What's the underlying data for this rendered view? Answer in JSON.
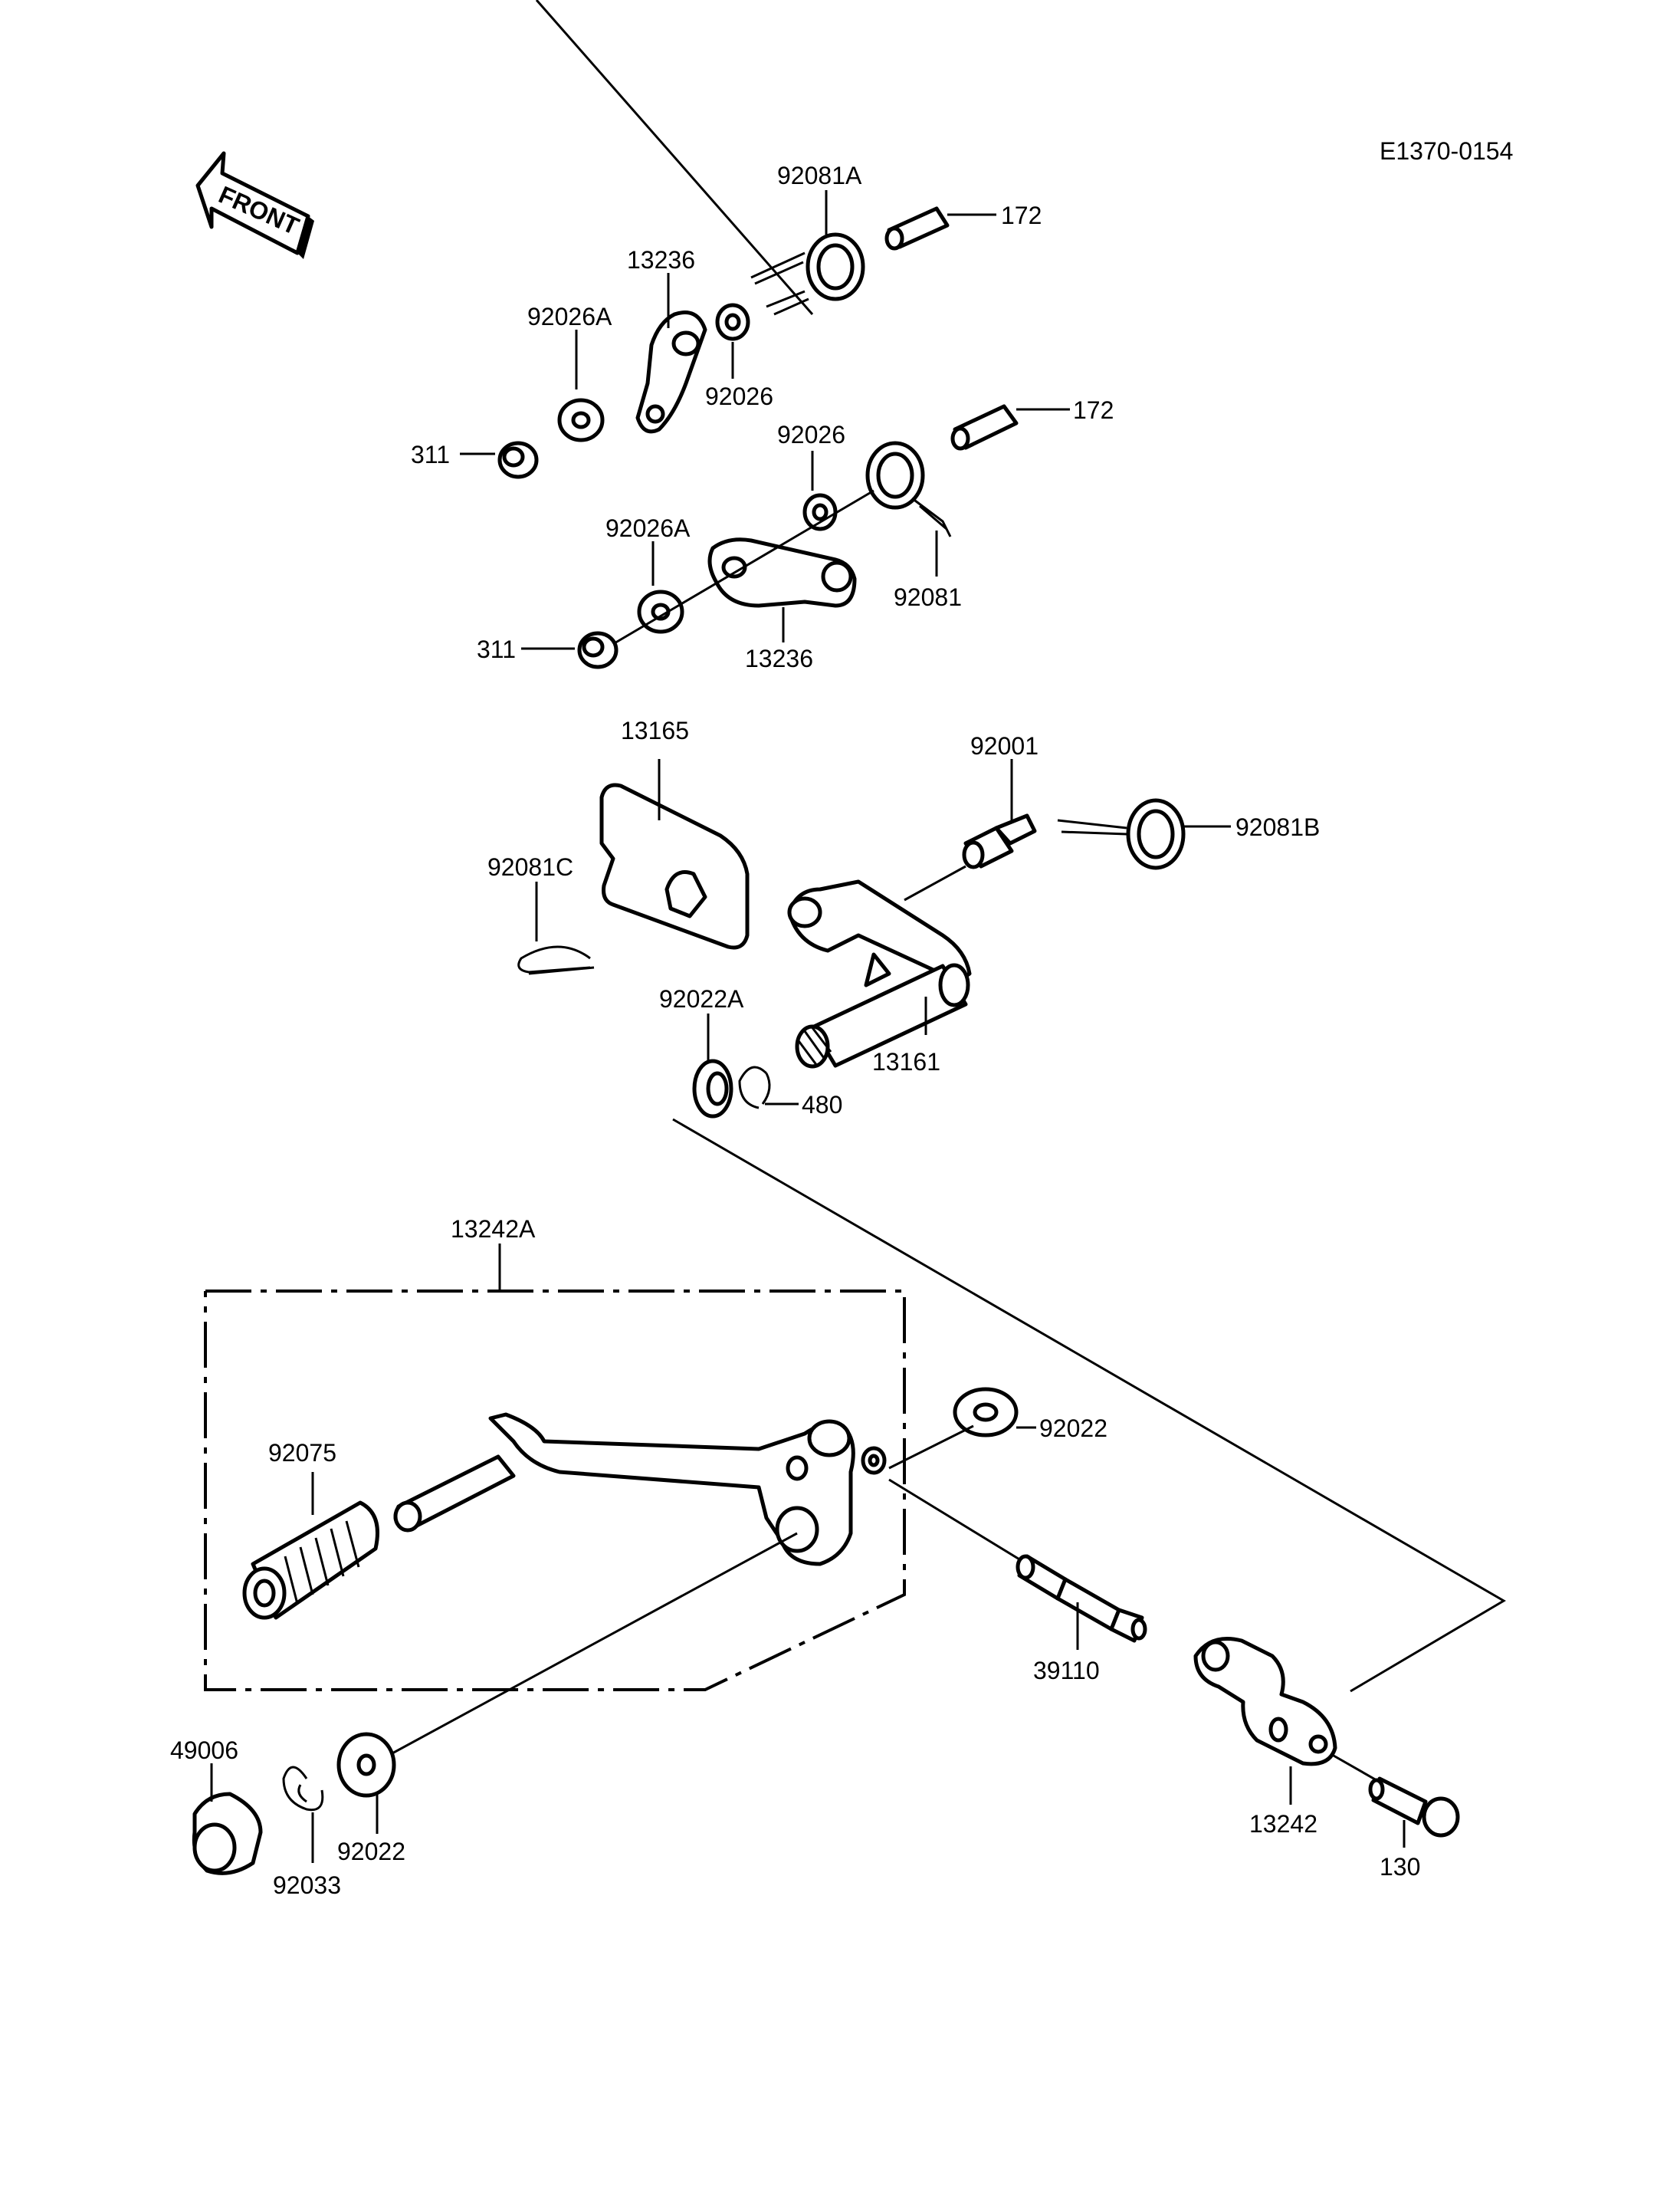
{
  "diagram_code": "E1370-0154",
  "front_label": "FRONT",
  "labels": {
    "p92081A": "92081A",
    "p172_top": "172",
    "p13236_top": "13236",
    "p92026A_top": "92026A",
    "p92026_top": "92026",
    "p311_top": "311",
    "p172_mid": "172",
    "p92026_mid": "92026",
    "p92026A_mid": "92026A",
    "p92081": "92081",
    "p311_mid": "311",
    "p13236_mid": "13236",
    "p13165": "13165",
    "p92001": "92001",
    "p92081B": "92081B",
    "p92081C": "92081C",
    "p92022A": "92022A",
    "p13161": "13161",
    "p480": "480",
    "p13242A": "13242A",
    "p92075": "92075",
    "p92022_right": "92022",
    "p39110": "39110",
    "p49006": "49006",
    "p92022_bottom": "92022",
    "p92033": "92033",
    "p13242": "13242",
    "p130": "130"
  }
}
